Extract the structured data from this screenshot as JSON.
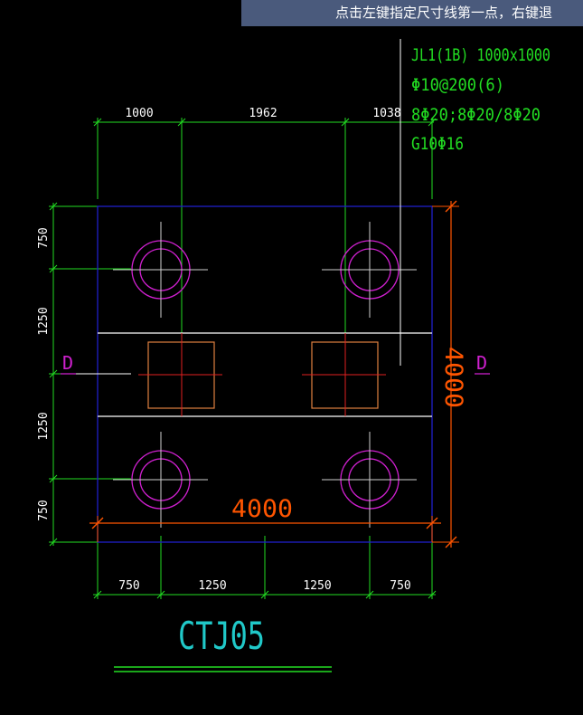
{
  "banner": {
    "prompt_text": "点击左键指定尺寸线第一点，右键退"
  },
  "annotation": {
    "line1": "JL1(1B) 1000x1000",
    "line2": "Φ10@200(6)",
    "line3": "8Φ20;8Φ20/8Φ20",
    "line4": "G10Φ16"
  },
  "dimensions": {
    "top": [
      "1000",
      "1962",
      "1038"
    ],
    "bottom": [
      "750",
      "1250",
      "1250",
      "750"
    ],
    "left": [
      "750",
      "1250",
      "1250",
      "750"
    ],
    "overall_width": "4000",
    "overall_height": "4000"
  },
  "section_marks": {
    "left": "D",
    "right": "D"
  },
  "cap_name": "CTJ05",
  "colors": {
    "background": "#000000",
    "banner": "#4a5a7c",
    "dimension_lines": "#22dd22",
    "cap_outline": "#1e1ec8",
    "piles": "#d020d0",
    "columns": "#e08040",
    "center_lines": "#d0d0d0",
    "overall_dims": "#ff5500",
    "section_mark": "#d020d0",
    "cap_name": "#20c8c8",
    "annotation": "#22dd22"
  }
}
